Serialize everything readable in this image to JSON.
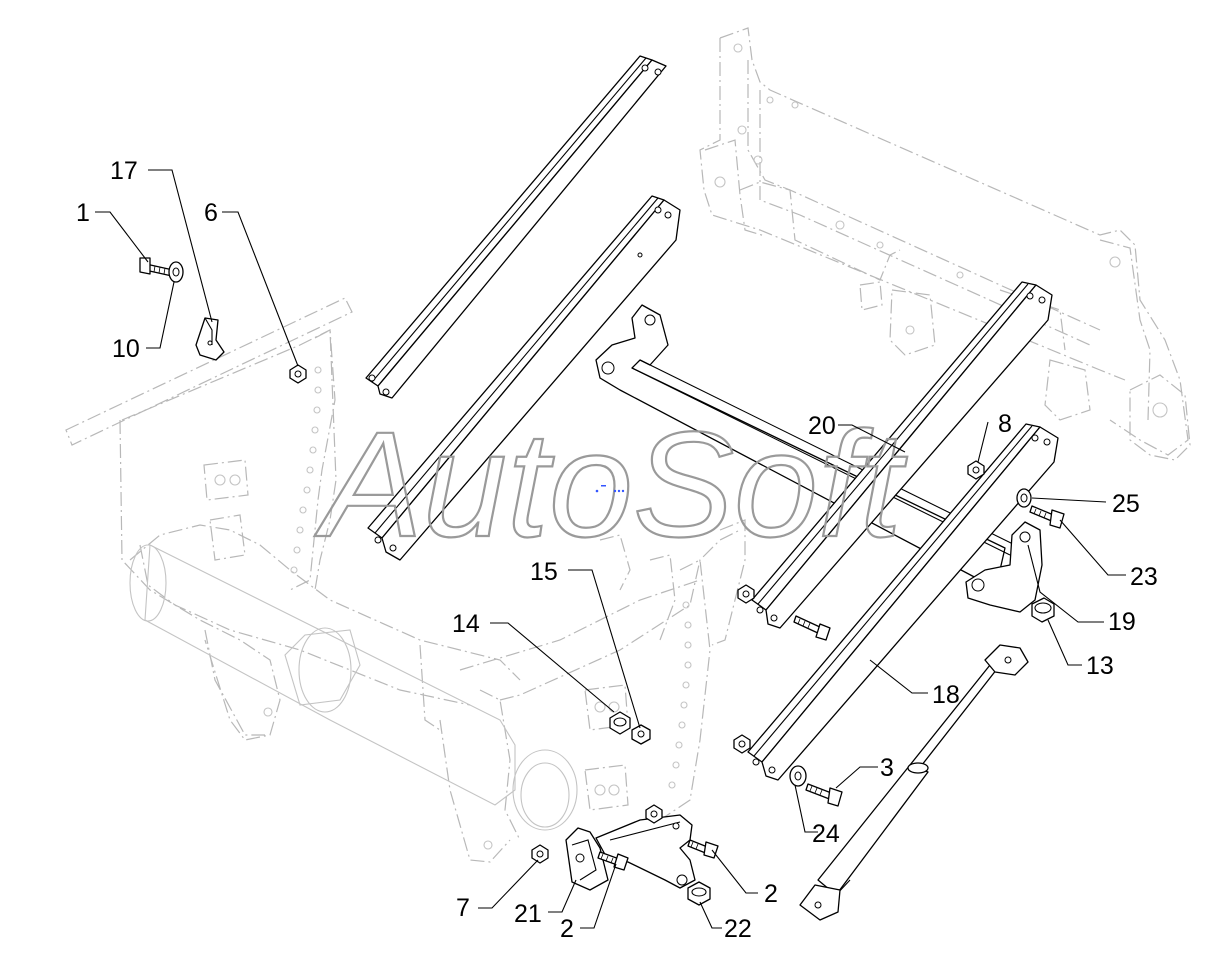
{
  "watermark": "AutoSoft",
  "callouts": [
    {
      "id": "c1",
      "label": "1"
    },
    {
      "id": "c17",
      "label": "17"
    },
    {
      "id": "c6",
      "label": "6"
    },
    {
      "id": "c10",
      "label": "10"
    },
    {
      "id": "c20",
      "label": "20"
    },
    {
      "id": "c8",
      "label": "8"
    },
    {
      "id": "c25",
      "label": "25"
    },
    {
      "id": "c23",
      "label": "23"
    },
    {
      "id": "c19",
      "label": "19"
    },
    {
      "id": "c13",
      "label": "13"
    },
    {
      "id": "c18",
      "label": "18"
    },
    {
      "id": "c15",
      "label": "15"
    },
    {
      "id": "c14",
      "label": "14"
    },
    {
      "id": "c3",
      "label": "3"
    },
    {
      "id": "c24",
      "label": "24"
    },
    {
      "id": "c7",
      "label": "7"
    },
    {
      "id": "c21",
      "label": "21"
    },
    {
      "id": "c2a",
      "label": "2"
    },
    {
      "id": "c2b",
      "label": "2"
    },
    {
      "id": "c22",
      "label": "22"
    }
  ],
  "colors": {
    "line": "#000000",
    "ghost": "#b8b8b8",
    "watermark": "#9a9a9a",
    "background": "#ffffff"
  }
}
